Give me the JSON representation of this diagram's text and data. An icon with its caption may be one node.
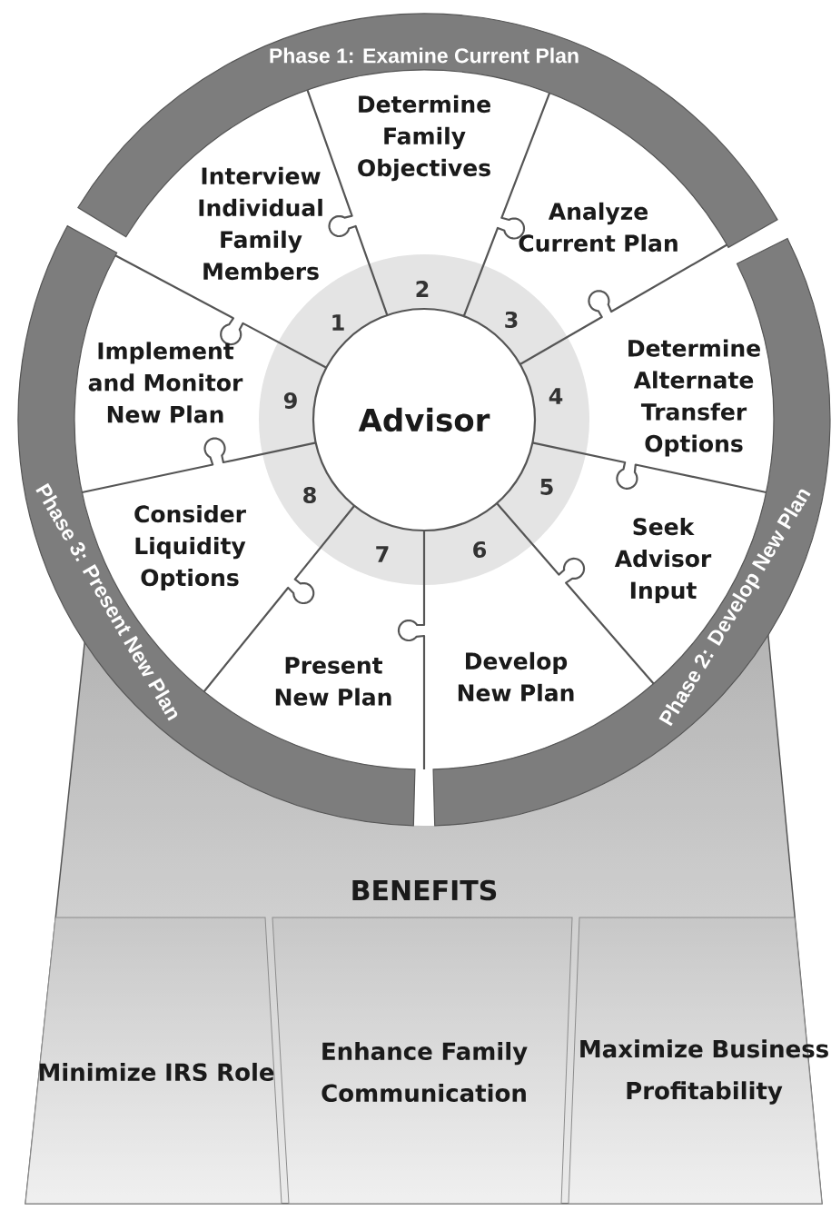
{
  "diagram": {
    "nodes": [
      {
        "text": [
          "Phase 1: Examine Current Plan"
        ]
      },
      {
        "text": [
          "Phase 2: Develop New Plan"
        ]
      },
      {
        "text": [
          "Phase 3: Present New Plan"
        ]
      },
      {
        "text": [
          "Interview Individual Family Members",
          "1"
        ]
      },
      {
        "text": [
          "Determine Family Objectives",
          "2"
        ]
      },
      {
        "text": [
          "Analyze Current Plan",
          "3"
        ]
      },
      {
        "text": [
          "4",
          "Determine Alternate Transfer Options"
        ]
      },
      {
        "text": [
          "5",
          "Seek Advisor Input"
        ]
      },
      {
        "text": [
          "6",
          "Develop New Plan"
        ]
      },
      {
        "text": [
          "7",
          "Present New Plan"
        ]
      },
      {
        "text": [
          "8",
          "Consider Liquidity Options"
        ]
      },
      {
        "text": [
          "Implement and Monitor New Plan",
          "9"
        ]
      },
      {
        "text": [
          "Advisor"
        ]
      },
      {
        "text": [
          "BENEFITS"
        ]
      },
      {
        "text": [
          "Minimize IRS Role"
        ],
        "in": 13
      },
      {
        "text": [
          "Enhance Family Communication"
        ],
        "in": 13
      },
      {
        "text": [
          "Maximize Business Profitability"
        ],
        "in": 13
      }
    ]
  }
}
